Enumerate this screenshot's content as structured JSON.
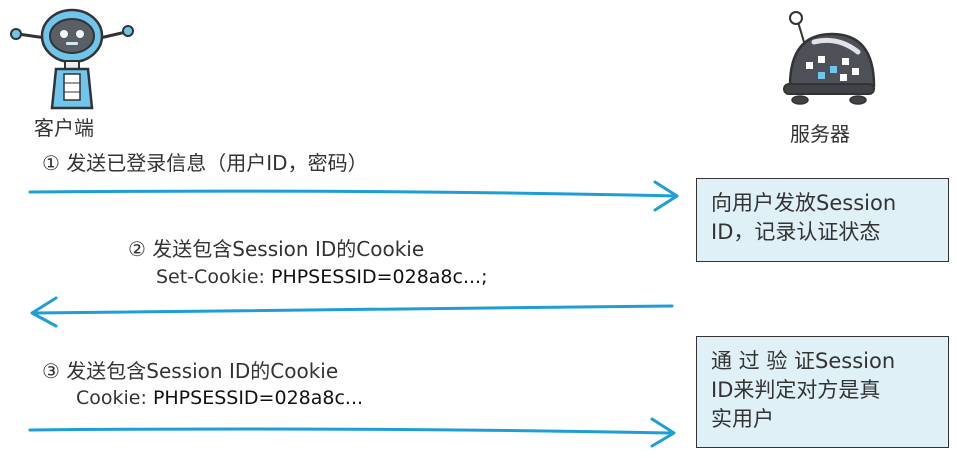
{
  "actors": {
    "client_label": "客户端",
    "server_label": "服务器"
  },
  "steps": [
    {
      "line1": "① 发送已登录信息（用户ID，密码）",
      "direction": "client-to-server"
    },
    {
      "line1": "② 发送包含Session ID的Cookie",
      "line2_prefix": "Set-Cookie: ",
      "line2_value": "PHPSESSID=028a8c...;",
      "direction": "server-to-client"
    },
    {
      "line1": "③ 发送包含Session ID的Cookie",
      "line2_prefix": "Cookie: ",
      "line2_value": "PHPSESSID=028a8c...",
      "direction": "client-to-server"
    }
  ],
  "notes": [
    {
      "lines": [
        "向用户发放Session",
        "ID，记录认证状态"
      ]
    },
    {
      "lines": [
        "通 过 验 证Session",
        "ID来判定对方是真",
        "实用户"
      ]
    }
  ],
  "colors": {
    "arrow": "#1f9ed6",
    "note_bg": "#dff0f7",
    "robot_blue": "#6ec6ec"
  },
  "icons": {
    "client": "robot-client-icon",
    "server": "robot-server-icon"
  }
}
